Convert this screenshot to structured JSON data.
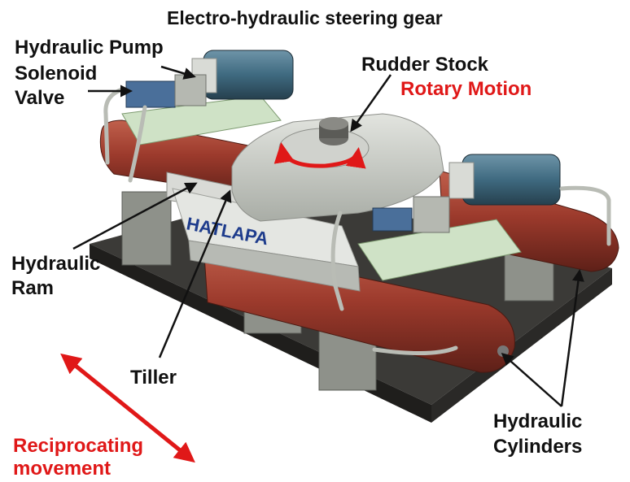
{
  "title": "Electro-hydraulic steering gear",
  "brand": "HATLAPA",
  "labels": {
    "hydraulic_pump": "Hydraulic Pump",
    "solenoid_valve_1": "Solenoid",
    "solenoid_valve_2": "Valve",
    "rudder_stock": "Rudder Stock",
    "rotary_motion": "Rotary Motion",
    "hydraulic_ram_1": "Hydraulic",
    "hydraulic_ram_2": "Ram",
    "tiller": "Tiller",
    "hydraulic_cylinders_1": "Hydraulic",
    "hydraulic_cylinders_2": "Cylinders",
    "reciprocating_1": "Reciprocating",
    "reciprocating_2": "movement"
  },
  "colors": {
    "highlight_red": "#e01818",
    "cylinder_red": "#9c3a2c",
    "frame_grey": "#c9cdc6",
    "motor_blue": "#3f6a80",
    "tray_green": "#cfe2c6",
    "base_dark": "#3b3a37"
  }
}
